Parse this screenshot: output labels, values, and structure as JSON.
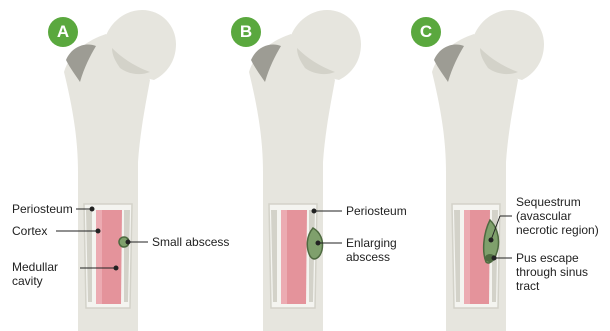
{
  "colors": {
    "bone": "#e6e5de",
    "bone_shadow": "#d3d2c9",
    "bone_dark": "#9d9c94",
    "cavity": "#e4939b",
    "cavity_light": "#f0b5bc",
    "abscess": "#7fa06c",
    "abscess_dark": "#4e6a40",
    "badge": "#5aa83e"
  },
  "panels": [
    {
      "badge": "A",
      "labels": {
        "periosteum": "Periosteum",
        "cortex": "Cortex",
        "medullar": "Medullar\ncavity",
        "abscess": "Small abscess"
      }
    },
    {
      "badge": "B",
      "labels": {
        "periosteum": "Periosteum",
        "abscess": "Enlarging\nabscess"
      }
    },
    {
      "badge": "C",
      "labels": {
        "sequestrum": "Sequestrum\n(avascular\nnecrotic region)",
        "pus": "Pus escape\nthrough sinus\ntract"
      }
    }
  ]
}
